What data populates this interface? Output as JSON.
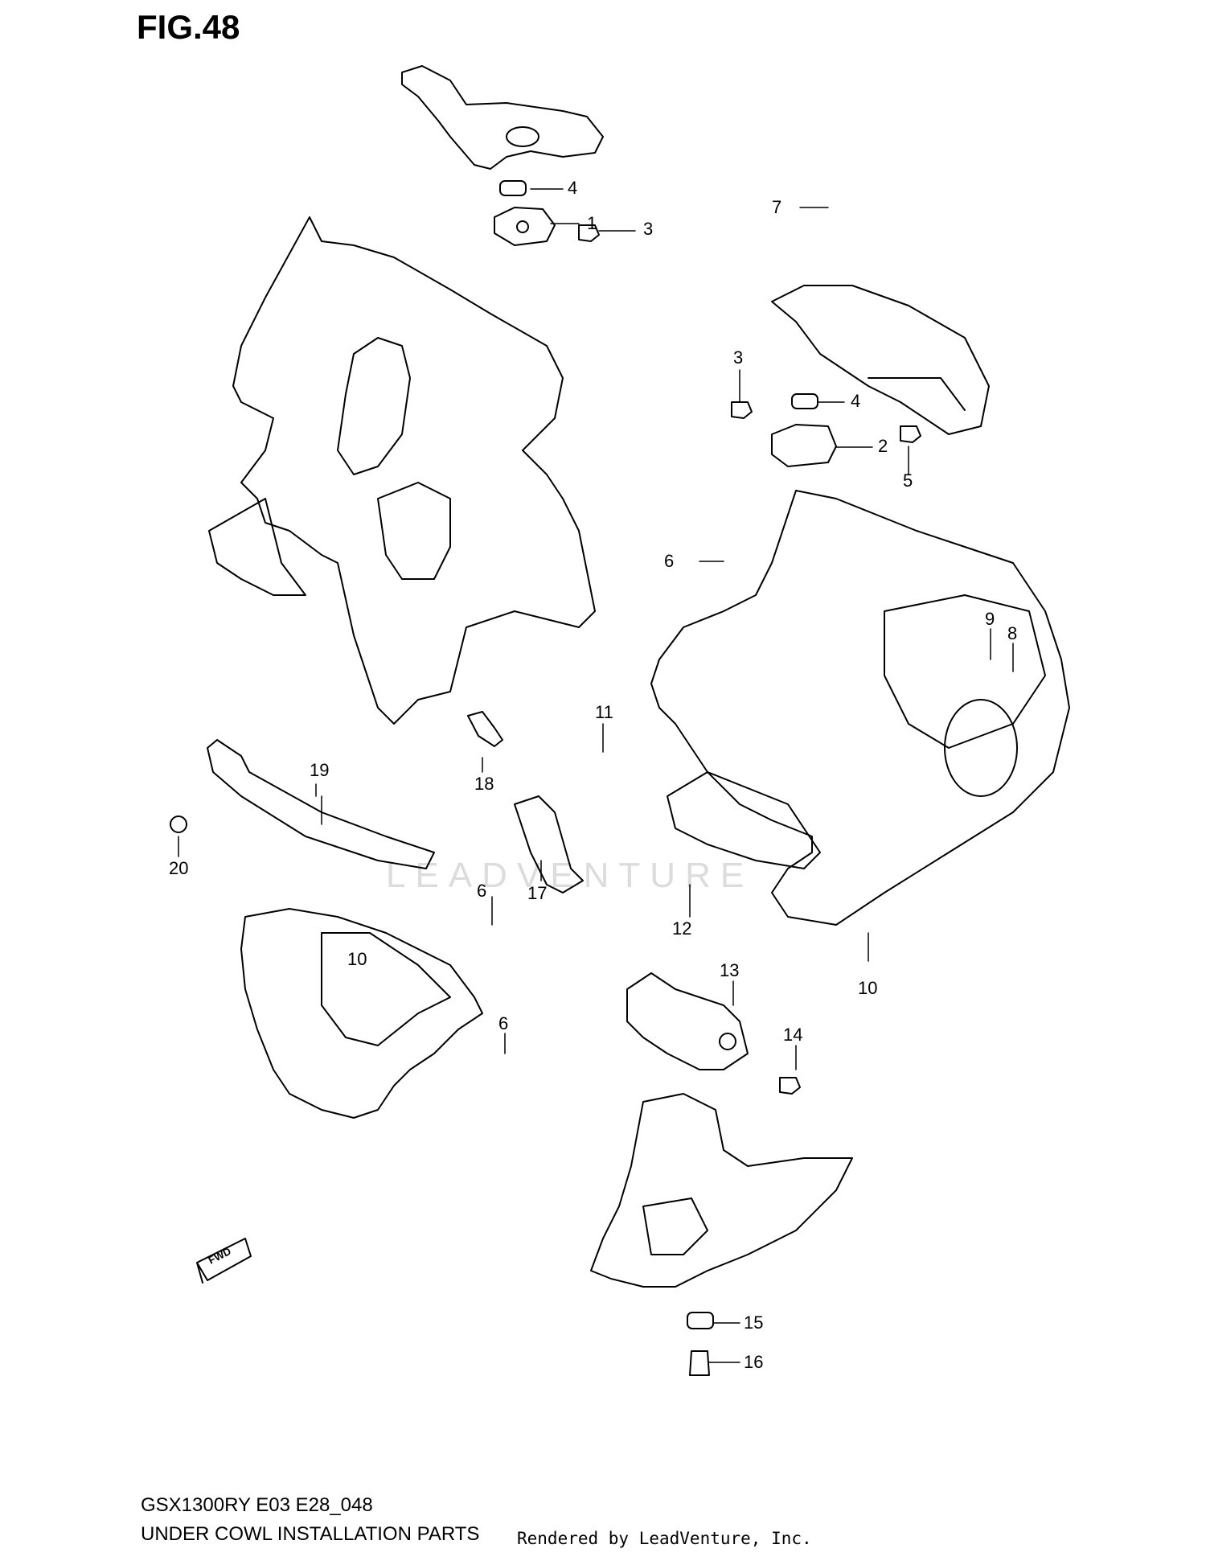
{
  "figure": {
    "title": "FIG.48",
    "model_code": "GSX1300RY E03 E28_048",
    "name": "UNDER COWL INSTALLATION PARTS",
    "rendered_by": "Rendered by LeadVenture, Inc.",
    "watermark": "LEADVENTURE",
    "fwd_label": "FWD"
  },
  "callouts": [
    "1",
    "2",
    "3",
    "3",
    "4",
    "4",
    "5",
    "6",
    "6",
    "6",
    "7",
    "8",
    "9",
    "10",
    "10",
    "11",
    "12",
    "13",
    "14",
    "15",
    "16",
    "17",
    "18",
    "19",
    "20"
  ],
  "colors": {
    "line": "#000000",
    "watermark": "#dcdcdc",
    "background": "#ffffff"
  }
}
